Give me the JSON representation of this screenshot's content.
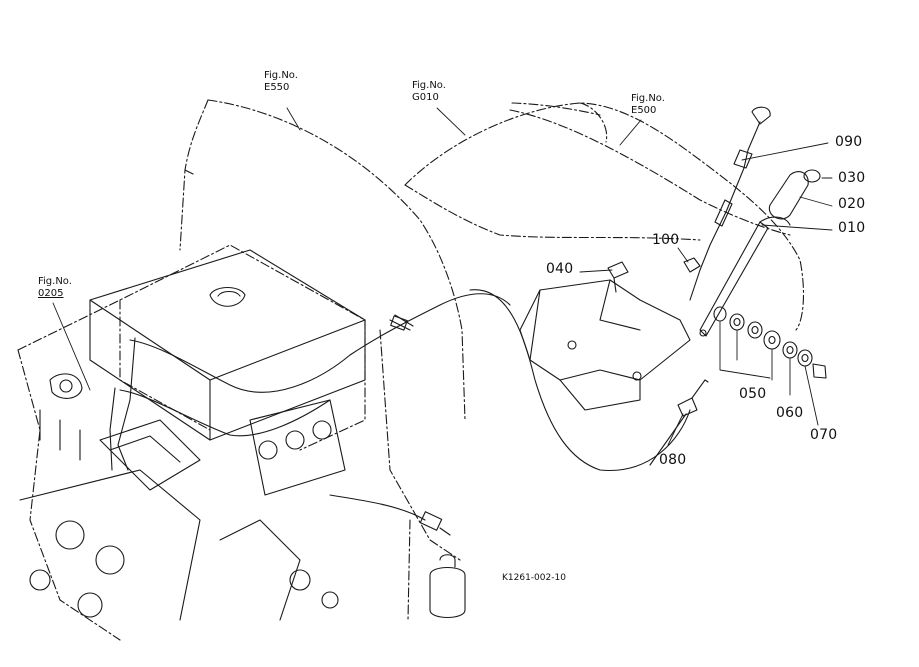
{
  "figure_refs": {
    "e550": {
      "line1": "Fig.No.",
      "line2": "E550"
    },
    "g010": {
      "line1": "Fig.No.",
      "line2": "G010"
    },
    "e500": {
      "line1": "Fig.No.",
      "line2": "E500"
    },
    "f0205": {
      "line1": "Fig.No.",
      "line2": "0205"
    }
  },
  "callouts": {
    "p090": "090",
    "p030": "030",
    "p020": "020",
    "p010": "010",
    "p100": "100",
    "p040": "040",
    "p050": "050",
    "p060": "060",
    "p070": "070",
    "p080": "080"
  },
  "drawing_code": "K1261-002-10",
  "colors": {
    "line": "#1a1a1a",
    "background": "#ffffff"
  }
}
